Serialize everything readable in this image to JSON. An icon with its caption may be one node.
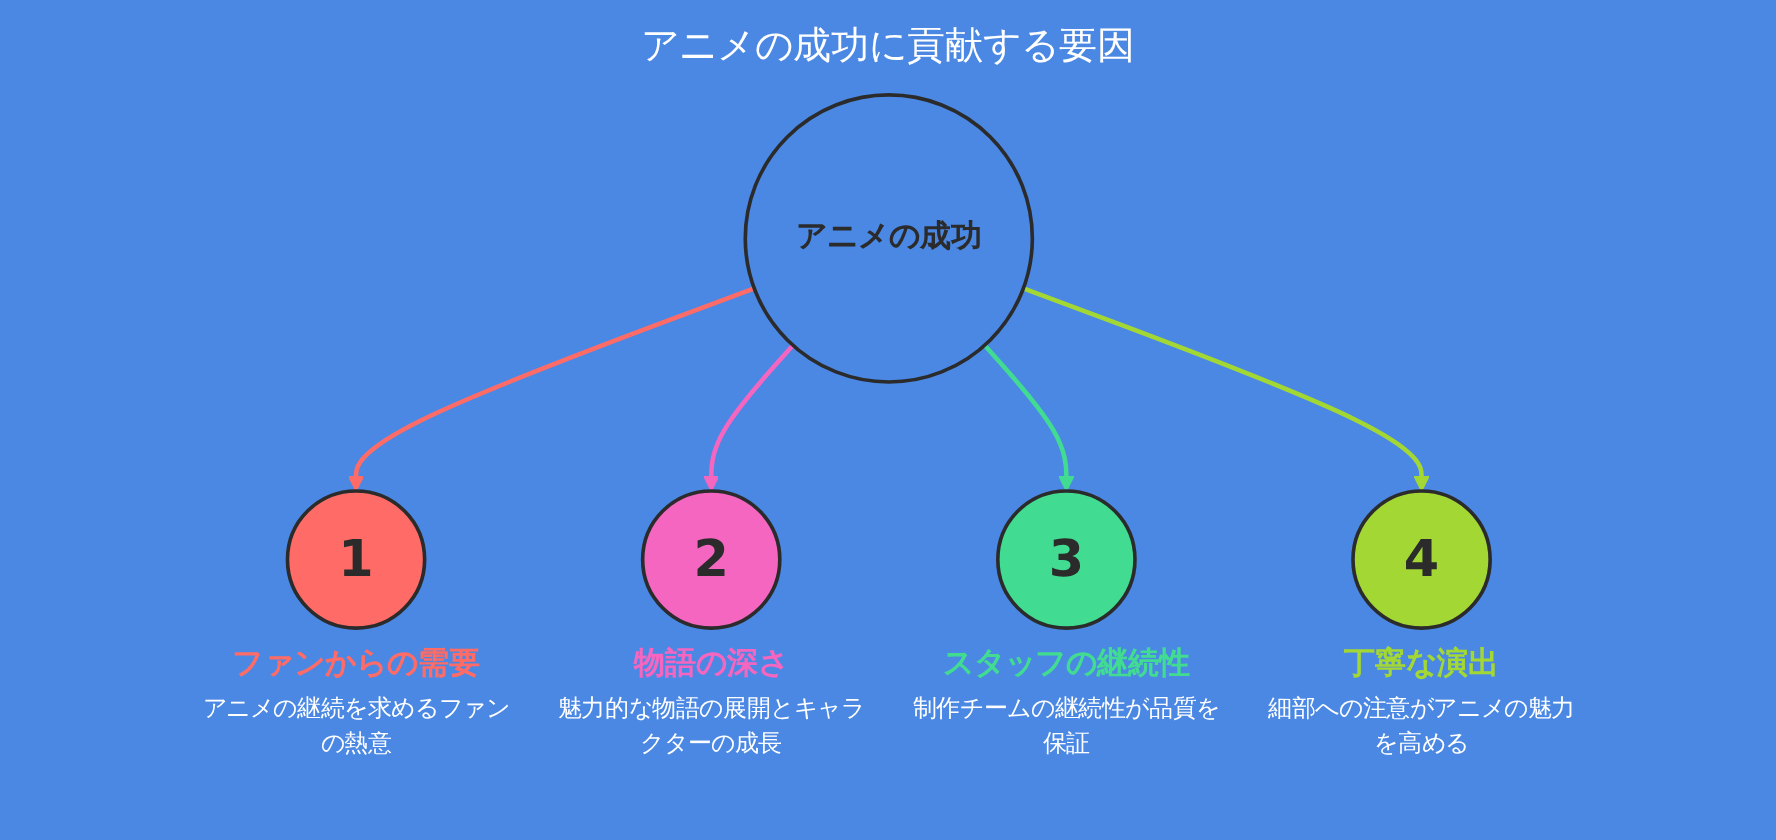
{
  "diagram": {
    "title": "アニメの成功に貢献する要因",
    "nodes": [
      {
        "text": [
          "アニメの成功"
        ]
      },
      {
        "text": [
          "1"
        ],
        "beside": [
          "ファンからの需要",
          "アニメの継続を求めるファンの熱意"
        ]
      },
      {
        "text": [
          "2"
        ],
        "beside": [
          "物語の深さ",
          "魅力的な物語の展開とキャラクターの成長"
        ]
      },
      {
        "text": [
          "3"
        ],
        "beside": [
          "スタッフの継続性",
          "制作チームの継続性が品質を保証"
        ]
      },
      {
        "text": [
          "4"
        ],
        "beside": [
          "丁寧な演出",
          "細部への注意がアニメの魅力を高める"
        ]
      }
    ],
    "edges": [
      {
        "from": 0,
        "to": 1,
        "arrow": "to",
        "color": "#ff6b66"
      },
      {
        "from": 0,
        "to": 2,
        "arrow": "to",
        "color": "#f466c0"
      },
      {
        "from": 0,
        "to": 3,
        "arrow": "to",
        "color": "#41dc92"
      },
      {
        "from": 0,
        "to": 4,
        "arrow": "to",
        "color": "#a3d734"
      }
    ]
  }
}
